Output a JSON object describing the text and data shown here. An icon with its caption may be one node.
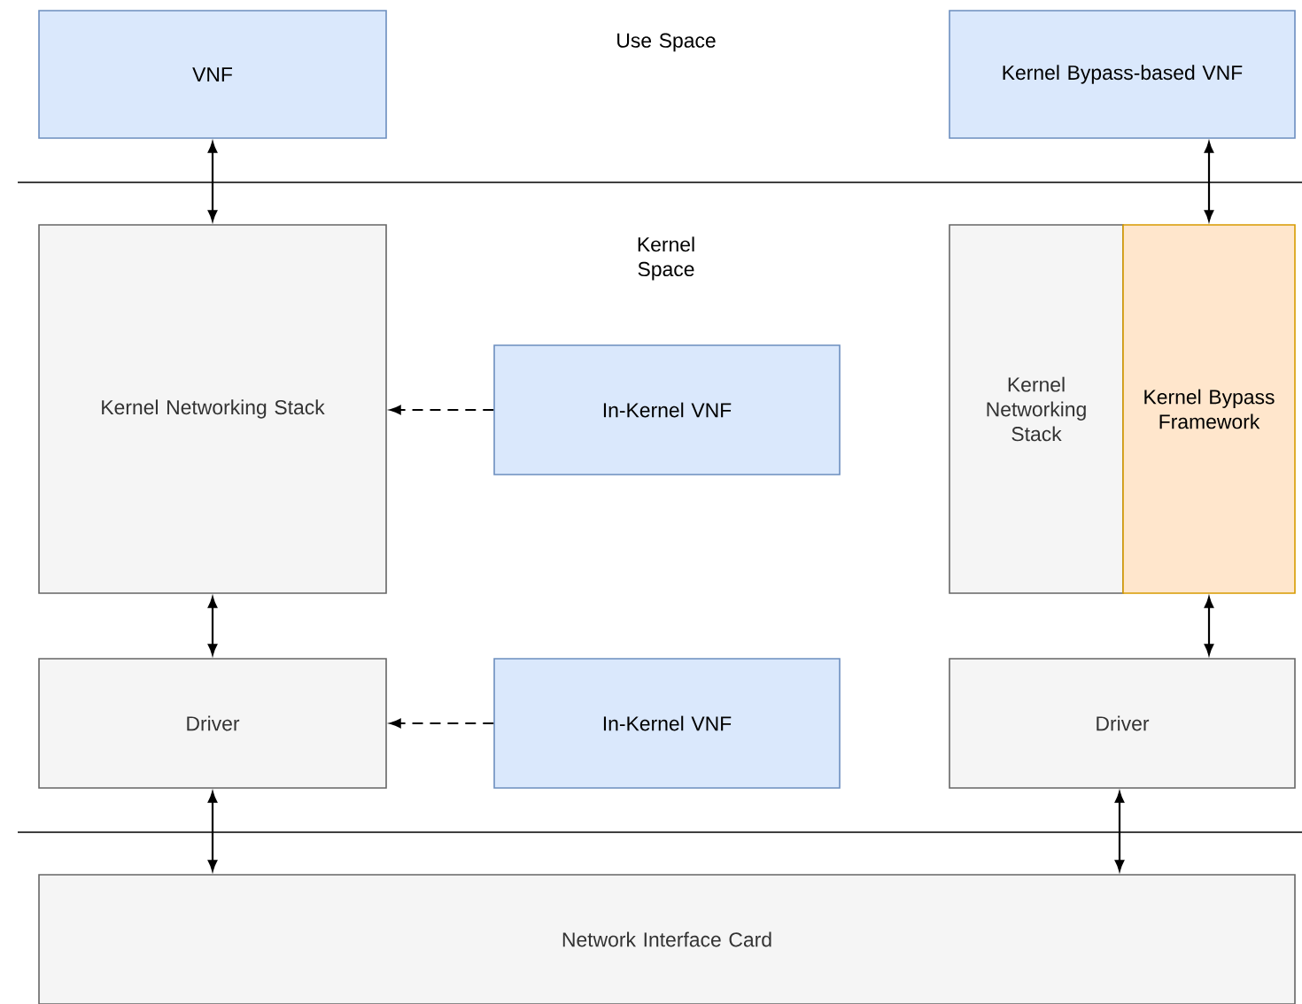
{
  "diagram": {
    "nodes": [
      {
        "text": [
          "VNF"
        ]
      },
      {
        "text": [
          "Kernel Bypass-based VNF"
        ]
      },
      {
        "text": [
          "Kernel Networking Stack"
        ]
      },
      {
        "text": [
          "In-Kernel VNF"
        ]
      },
      {
        "text": [
          "Kernel Networking Stack"
        ]
      },
      {
        "text": [
          "Kernel Bypass Framework"
        ]
      },
      {
        "text": [
          "Driver"
        ]
      },
      {
        "text": [
          "In-Kernel VNF"
        ]
      },
      {
        "text": [
          "Driver"
        ]
      },
      {
        "text": [
          "Network Interface Card"
        ]
      }
    ],
    "edges": [
      {
        "from": 0,
        "to": 2,
        "arrow": "both"
      },
      {
        "from": 1,
        "to": 5,
        "arrow": "both"
      },
      {
        "from": 3,
        "to": 2,
        "arrow": "to",
        "style": "dashed"
      },
      {
        "from": 2,
        "to": 6,
        "arrow": "both"
      },
      {
        "from": 5,
        "to": 8,
        "arrow": "both"
      },
      {
        "from": 7,
        "to": 6,
        "arrow": "to",
        "style": "dashed"
      },
      {
        "from": 6,
        "to": 9,
        "arrow": "both"
      },
      {
        "from": 8,
        "to": 9,
        "arrow": "both"
      }
    ],
    "labels": [
      "Use Space",
      "Kernel Space"
    ]
  }
}
